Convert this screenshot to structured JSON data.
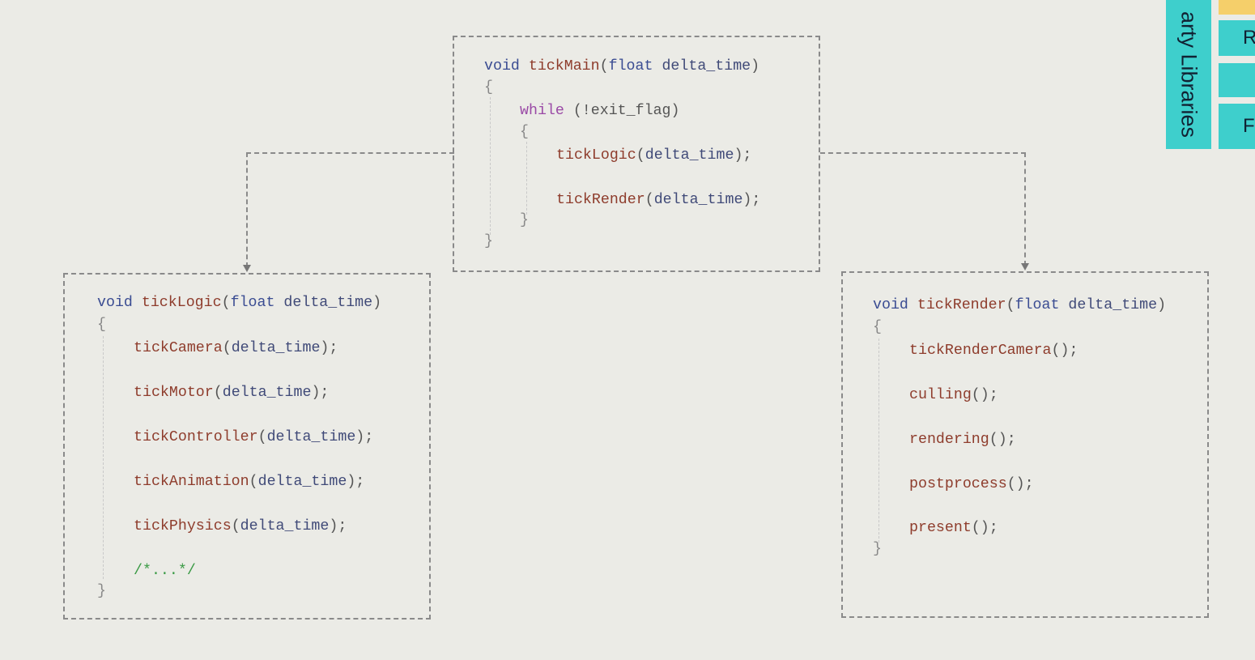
{
  "boxes": {
    "main": [
      [
        [
          "void ",
          "kw"
        ],
        [
          "tickMain",
          "fn"
        ],
        [
          "(",
          "pn"
        ],
        [
          "float ",
          "kw"
        ],
        [
          "delta_time",
          "pa"
        ],
        [
          ")",
          "pn"
        ]
      ],
      [
        [
          "{",
          "br"
        ]
      ],
      [
        [
          "while ",
          "ctl"
        ],
        [
          "(!exit_flag)",
          "pn"
        ]
      ],
      [
        [
          "{",
          "br"
        ]
      ],
      [
        [
          "tickLogic",
          "fn"
        ],
        [
          "(",
          "pn"
        ],
        [
          "delta_time",
          "pa"
        ],
        [
          ");",
          "pn"
        ]
      ],
      [
        [
          "tickRender",
          "fn"
        ],
        [
          "(",
          "pn"
        ],
        [
          "delta_time",
          "pa"
        ],
        [
          ");",
          "pn"
        ]
      ],
      [
        [
          "}",
          "br"
        ]
      ],
      [
        [
          "}",
          "br"
        ]
      ]
    ],
    "logic": [
      [
        [
          "void ",
          "kw"
        ],
        [
          "tickLogic",
          "fn"
        ],
        [
          "(",
          "pn"
        ],
        [
          "float ",
          "kw"
        ],
        [
          "delta_time",
          "pa"
        ],
        [
          ")",
          "pn"
        ]
      ],
      [
        [
          "{",
          "br"
        ]
      ],
      [
        [
          "tickCamera",
          "fn"
        ],
        [
          "(",
          "pn"
        ],
        [
          "delta_time",
          "pa"
        ],
        [
          ");",
          "pn"
        ]
      ],
      [
        [
          "tickMotor",
          "fn"
        ],
        [
          "(",
          "pn"
        ],
        [
          "delta_time",
          "pa"
        ],
        [
          ");",
          "pn"
        ]
      ],
      [
        [
          "tickController",
          "fn"
        ],
        [
          "(",
          "pn"
        ],
        [
          "delta_time",
          "pa"
        ],
        [
          ");",
          "pn"
        ]
      ],
      [
        [
          "tickAnimation",
          "fn"
        ],
        [
          "(",
          "pn"
        ],
        [
          "delta_time",
          "pa"
        ],
        [
          ");",
          "pn"
        ]
      ],
      [
        [
          "tickPhysics",
          "fn"
        ],
        [
          "(",
          "pn"
        ],
        [
          "delta_time",
          "pa"
        ],
        [
          ");",
          "pn"
        ]
      ],
      [
        [
          "/*...*/",
          "cm"
        ]
      ],
      [
        [
          "}",
          "br"
        ]
      ]
    ],
    "render": [
      [
        [
          "void ",
          "kw"
        ],
        [
          "tickRender",
          "fn"
        ],
        [
          "(",
          "pn"
        ],
        [
          "float ",
          "kw"
        ],
        [
          "delta_time",
          "pa"
        ],
        [
          ")",
          "pn"
        ]
      ],
      [
        [
          "{",
          "br"
        ]
      ],
      [
        [
          "tickRenderCamera",
          "fn"
        ],
        [
          "();",
          "pn"
        ]
      ],
      [
        [
          "culling",
          "fn"
        ],
        [
          "();",
          "pn"
        ]
      ],
      [
        [
          "rendering",
          "fn"
        ],
        [
          "();",
          "pn"
        ]
      ],
      [
        [
          "postprocess",
          "fn"
        ],
        [
          "();",
          "pn"
        ]
      ],
      [
        [
          "present",
          "fn"
        ],
        [
          "();",
          "pn"
        ]
      ],
      [
        [
          "}",
          "br"
        ]
      ]
    ]
  },
  "side": {
    "label": "arty Libraries",
    "tiles": [
      "R",
      "",
      "F"
    ]
  },
  "colors": {
    "teal": "#3ecfcc",
    "yellow": "#f5cf6a"
  }
}
